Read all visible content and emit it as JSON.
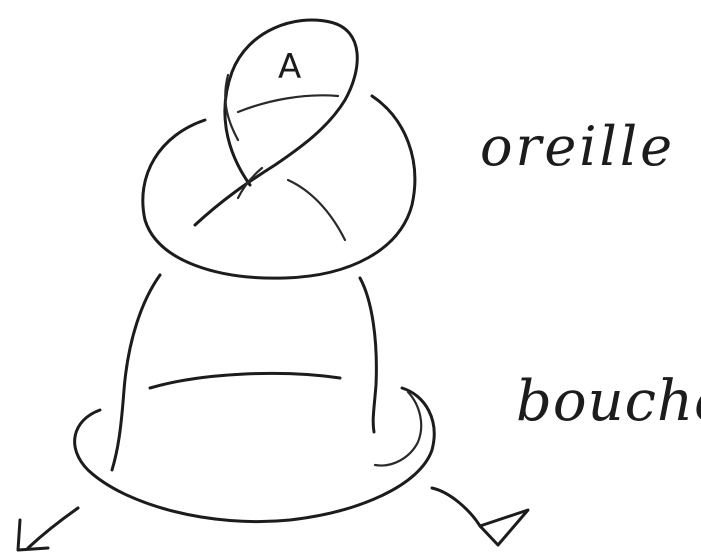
{
  "labels": {
    "region_a": "A",
    "oreille": "oreille",
    "bouche": "bouche"
  },
  "colors": {
    "ink": "#1c1c1c",
    "paper": "#ffffff"
  }
}
